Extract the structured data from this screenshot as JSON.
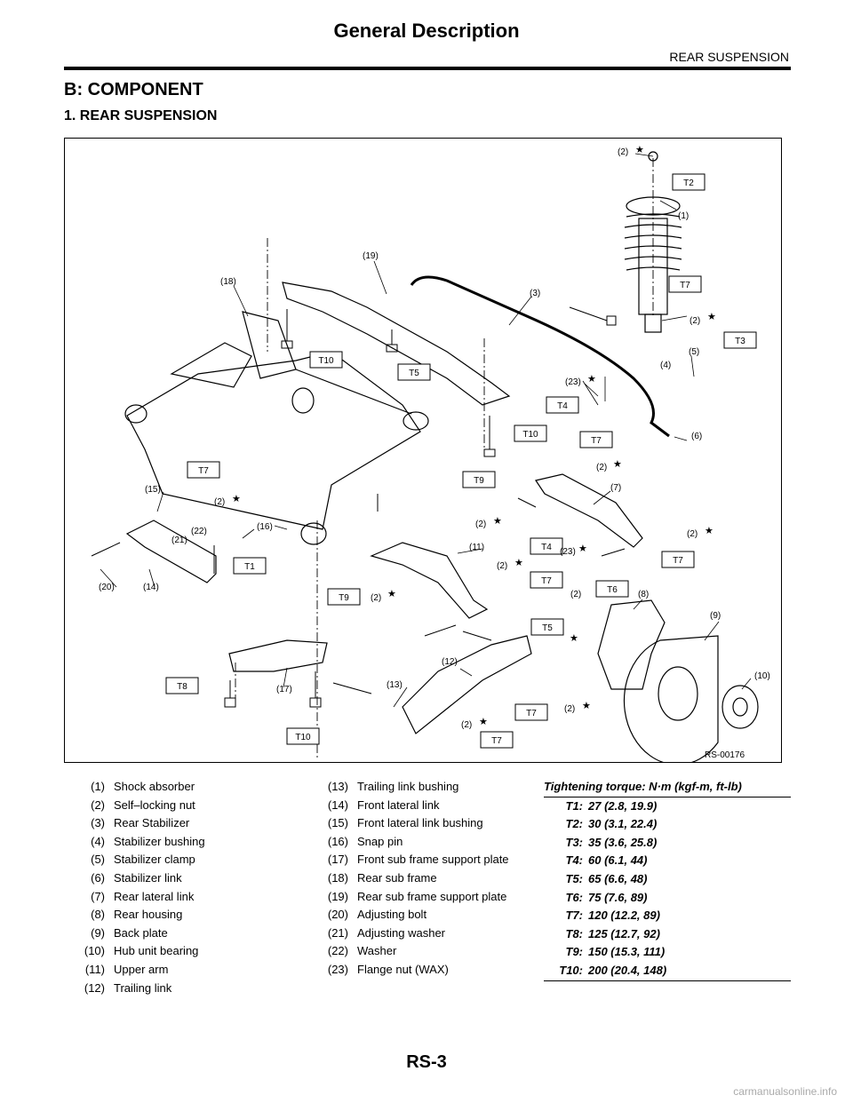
{
  "header": {
    "title": "General Description",
    "subtitle": "REAR SUSPENSION"
  },
  "section": {
    "title": "B:  COMPONENT",
    "subtitle": "1.  REAR SUSPENSION"
  },
  "figure": {
    "code": "RS-00176",
    "torque_boxes": {
      "b1": "T2",
      "b2": "T7",
      "b3": "T3",
      "b4": "T10",
      "b5": "T5",
      "b6": "T4",
      "b7": "T10",
      "b8": "T7",
      "b9": "T7",
      "b10": "T9",
      "b11": "T4",
      "b12": "T7",
      "b13": "T1",
      "b14": "T7",
      "b15": "T9",
      "b16": "T6",
      "b17": "T5",
      "b18": "T8",
      "b19": "T7",
      "b20": "T10",
      "b21": "T7"
    },
    "callouts": {
      "c1": "(2)",
      "c2": "(1)",
      "c3": "(19)",
      "c4": "(18)",
      "c5": "(3)",
      "c6": "(2)",
      "c7": "(5)",
      "c8": "(4)",
      "c9": "(23)",
      "c10": "(6)",
      "c11": "(2)",
      "c12": "(7)",
      "c13": "(15)",
      "c14": "(2)",
      "c15": "(2)",
      "c16": "(22)",
      "c17": "(16)",
      "c18": "(21)",
      "c19": "(2)",
      "c20": "(23)",
      "c21": "(11)",
      "c22": "(20)",
      "c23": "(14)",
      "c24": "(2)",
      "c25": "(2)",
      "c26": "(2)",
      "c27": "(8)",
      "c28": "(9)",
      "c29": "(12)",
      "c30": "(10)",
      "c31": "(17)",
      "c32": "(13)",
      "c33": "(2)",
      "c34": "(2)"
    }
  },
  "legend": {
    "parts_a": [
      {
        "num": "(1)",
        "name": "Shock absorber"
      },
      {
        "num": "(2)",
        "name": "Self–locking nut"
      },
      {
        "num": "(3)",
        "name": "Rear Stabilizer"
      },
      {
        "num": "(4)",
        "name": "Stabilizer bushing"
      },
      {
        "num": "(5)",
        "name": "Stabilizer clamp"
      },
      {
        "num": "(6)",
        "name": "Stabilizer link"
      },
      {
        "num": "(7)",
        "name": "Rear lateral link"
      },
      {
        "num": "(8)",
        "name": "Rear housing"
      },
      {
        "num": "(9)",
        "name": "Back plate"
      },
      {
        "num": "(10)",
        "name": "Hub unit bearing"
      },
      {
        "num": "(11)",
        "name": "Upper arm"
      },
      {
        "num": "(12)",
        "name": "Trailing link"
      }
    ],
    "parts_b": [
      {
        "num": "(13)",
        "name": "Trailing link bushing"
      },
      {
        "num": "(14)",
        "name": "Front lateral link"
      },
      {
        "num": "(15)",
        "name": "Front lateral link bushing"
      },
      {
        "num": "(16)",
        "name": "Snap pin"
      },
      {
        "num": "(17)",
        "name": "Front sub frame support plate"
      },
      {
        "num": "(18)",
        "name": "Rear sub frame"
      },
      {
        "num": "(19)",
        "name": "Rear sub frame support plate"
      },
      {
        "num": "(20)",
        "name": "Adjusting bolt"
      },
      {
        "num": "(21)",
        "name": "Adjusting washer"
      },
      {
        "num": "(22)",
        "name": "Washer"
      },
      {
        "num": "(23)",
        "name": "Flange nut (WAX)"
      }
    ],
    "torque_heading": "Tightening torque: N·m (kgf-m, ft-lb)",
    "torques": [
      {
        "t": "T1:",
        "v": "27 (2.8, 19.9)"
      },
      {
        "t": "T2:",
        "v": "30 (3.1, 22.4)"
      },
      {
        "t": "T3:",
        "v": "35 (3.6, 25.8)"
      },
      {
        "t": "T4:",
        "v": "60 (6.1, 44)"
      },
      {
        "t": "T5:",
        "v": "65 (6.6, 48)"
      },
      {
        "t": "T6:",
        "v": "75 (7.6, 89)"
      },
      {
        "t": "T7:",
        "v": "120 (12.2, 89)"
      },
      {
        "t": "T8:",
        "v": "125 (12.7, 92)"
      },
      {
        "t": "T9:",
        "v": "150 (15.3, 111)"
      },
      {
        "t": "T10:",
        "v": "200 (20.4, 148)"
      }
    ]
  },
  "footer": {
    "page": "RS-3"
  },
  "watermark": "carmanualsonline.info"
}
